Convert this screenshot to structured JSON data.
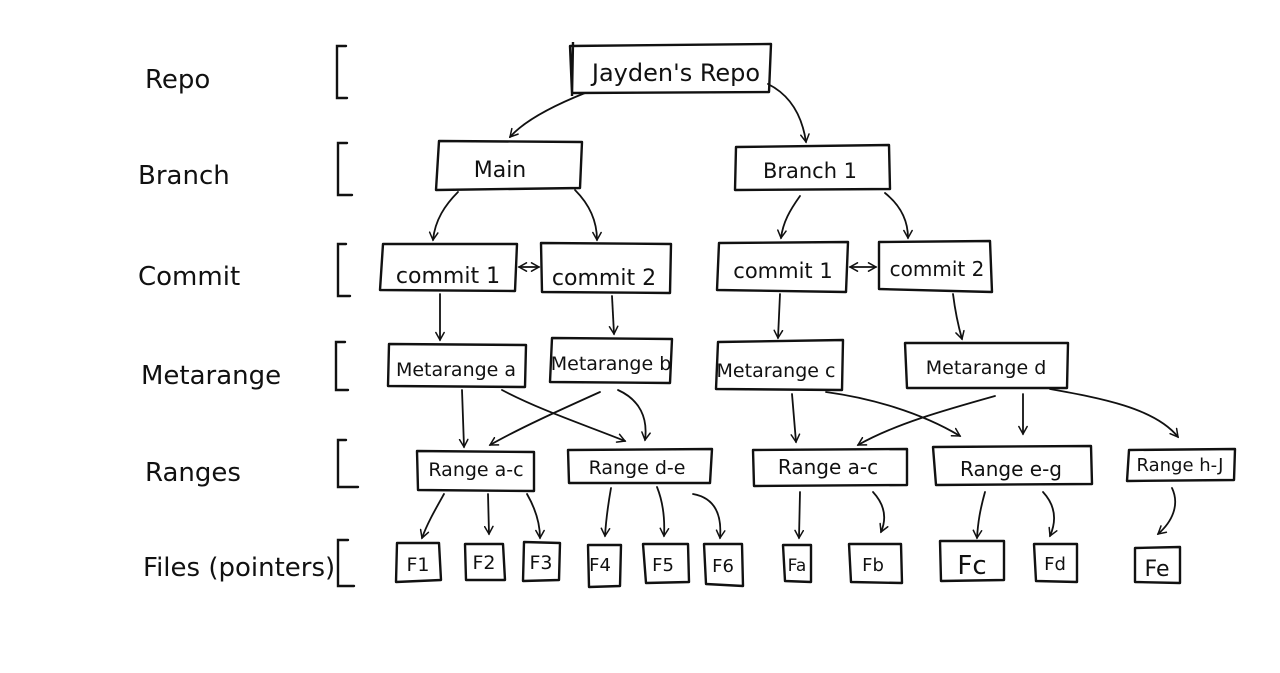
{
  "levels": [
    "Repo",
    "Branch",
    "Commit",
    "Metarange",
    "Ranges",
    "Files (pointers)"
  ],
  "nodes": {
    "repo": "Jayden's Repo",
    "main": "Main",
    "branch1": "Branch 1",
    "c1a": "commit 1",
    "c2a": "commit 2",
    "c1b": "commit 1",
    "c2b": "commit 2",
    "ma": "Metarange a",
    "mb": "Metarange b",
    "mc": "Metarange c",
    "md": "Metarange d",
    "r_ac1": "Range a-c",
    "r_de": "Range d-e",
    "r_ac2": "Range a-c",
    "r_eg": "Range e-g",
    "r_hj": "Range h-J",
    "f1": "F1",
    "f2": "F2",
    "f3": "F3",
    "f4": "F4",
    "f5": "F5",
    "f6": "F6",
    "fa": "Fa",
    "fb": "Fb",
    "fc": "Fc",
    "fd": "Fd",
    "fe": "Fe"
  }
}
